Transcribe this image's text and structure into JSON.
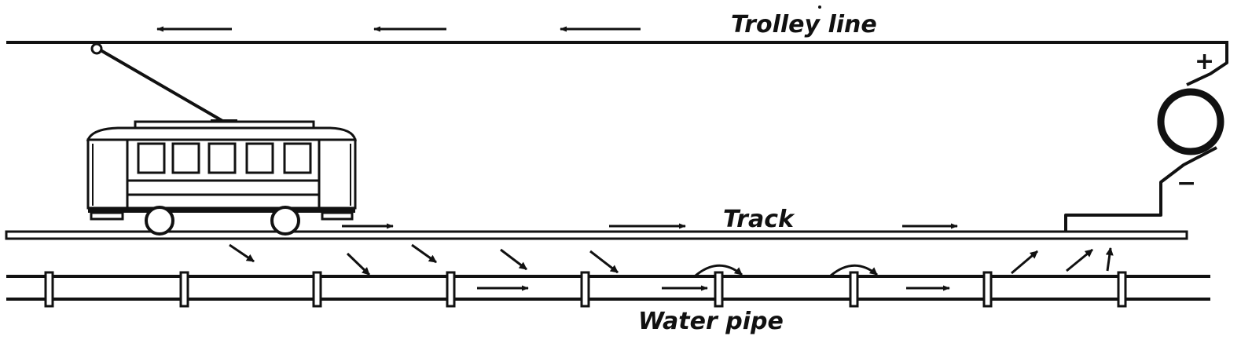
{
  "labels": {
    "trolley_line": "Trolley line",
    "track": "Track",
    "water_pipe": "Water pipe"
  },
  "polarity": {
    "positive": "+",
    "negative": "−"
  },
  "colors": {
    "ink": "#111111",
    "background": "#ffffff"
  }
}
